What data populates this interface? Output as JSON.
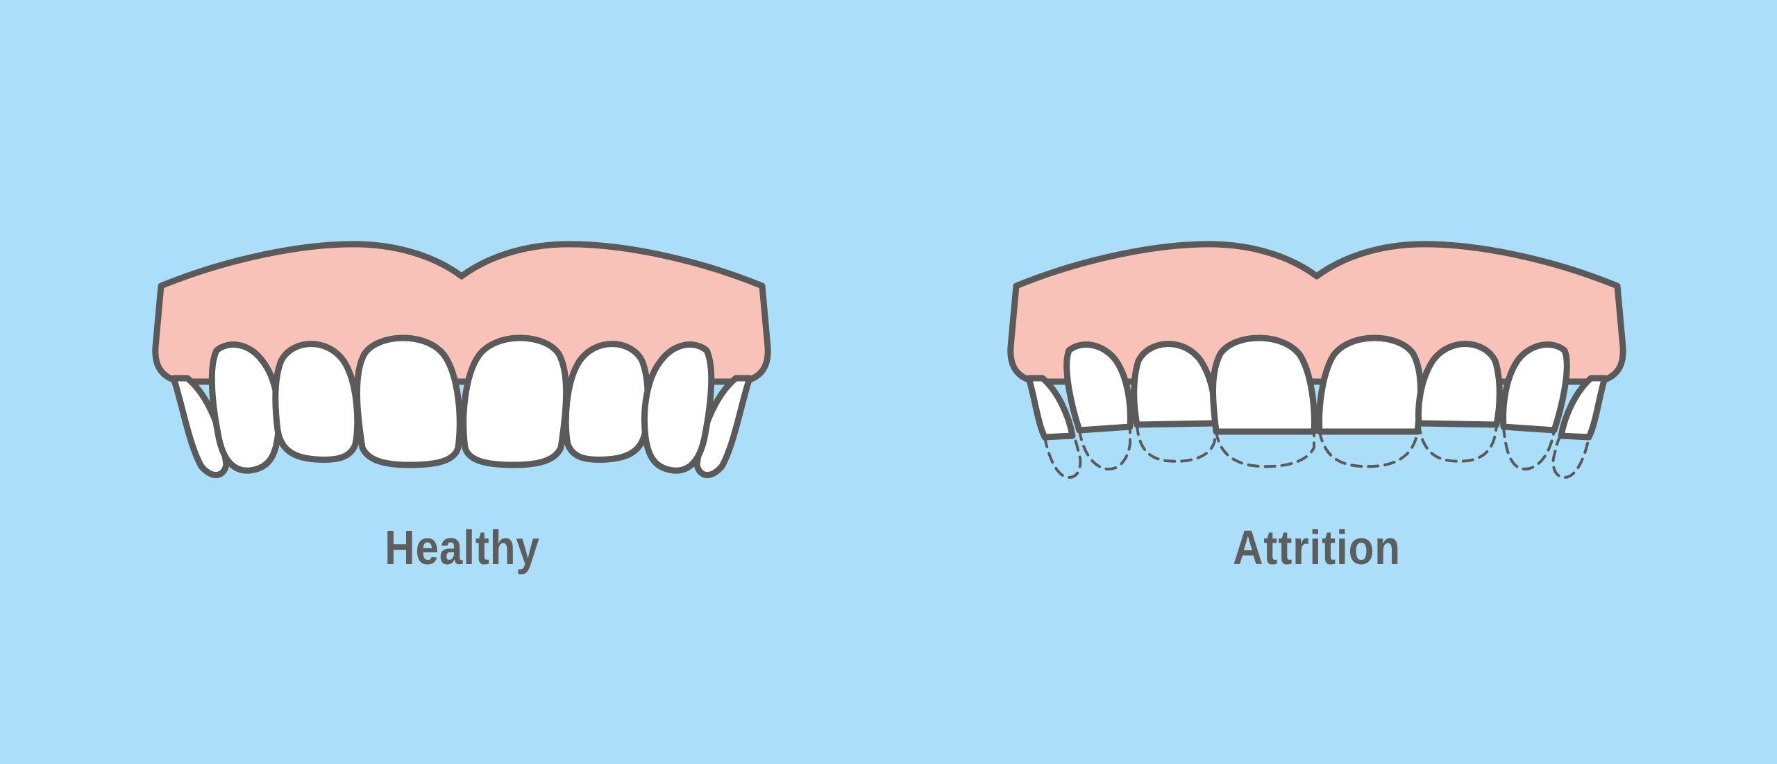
{
  "colors": {
    "background": "#abdff9",
    "gum": "#f8c2b8",
    "tooth": "#ffffff",
    "outline": "#5a5a5a",
    "label": "#5d5d5d"
  },
  "panels": [
    {
      "id": "healthy",
      "label": "Healthy",
      "worn_edges": false
    },
    {
      "id": "attrition",
      "label": "Attrition",
      "worn_edges": true
    }
  ]
}
